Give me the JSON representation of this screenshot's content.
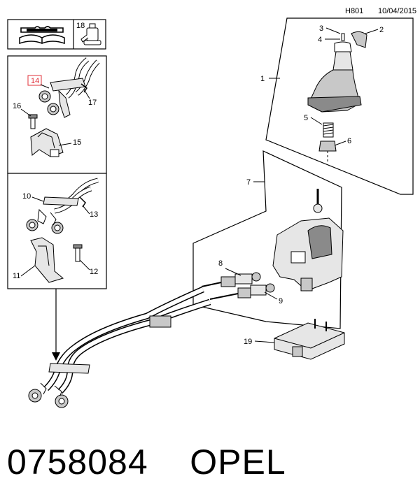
{
  "header": {
    "code": "H801",
    "date": "10/04/2015"
  },
  "legend_box": {
    "ref_number": "18"
  },
  "callouts": {
    "c1": "1",
    "c2": "2",
    "c3": "3",
    "c4": "4",
    "c5": "5",
    "c6": "6",
    "c7": "7",
    "c8": "8",
    "c9": "9",
    "c10": "10",
    "c11": "11",
    "c12": "12",
    "c13": "13",
    "c14": "14",
    "c15": "15",
    "c16": "16",
    "c17": "17",
    "c19": "19"
  },
  "footer": {
    "part_number": "0758084",
    "brand": "OPEL"
  },
  "colors": {
    "line": "#000000",
    "highlight": "#e0303a",
    "fill_light": "#e6e6e6",
    "fill_mid": "#c8c8c8",
    "fill_dark": "#8a8a8a"
  },
  "icons": [
    "manual-book-icon",
    "grease-applicator-icon"
  ]
}
